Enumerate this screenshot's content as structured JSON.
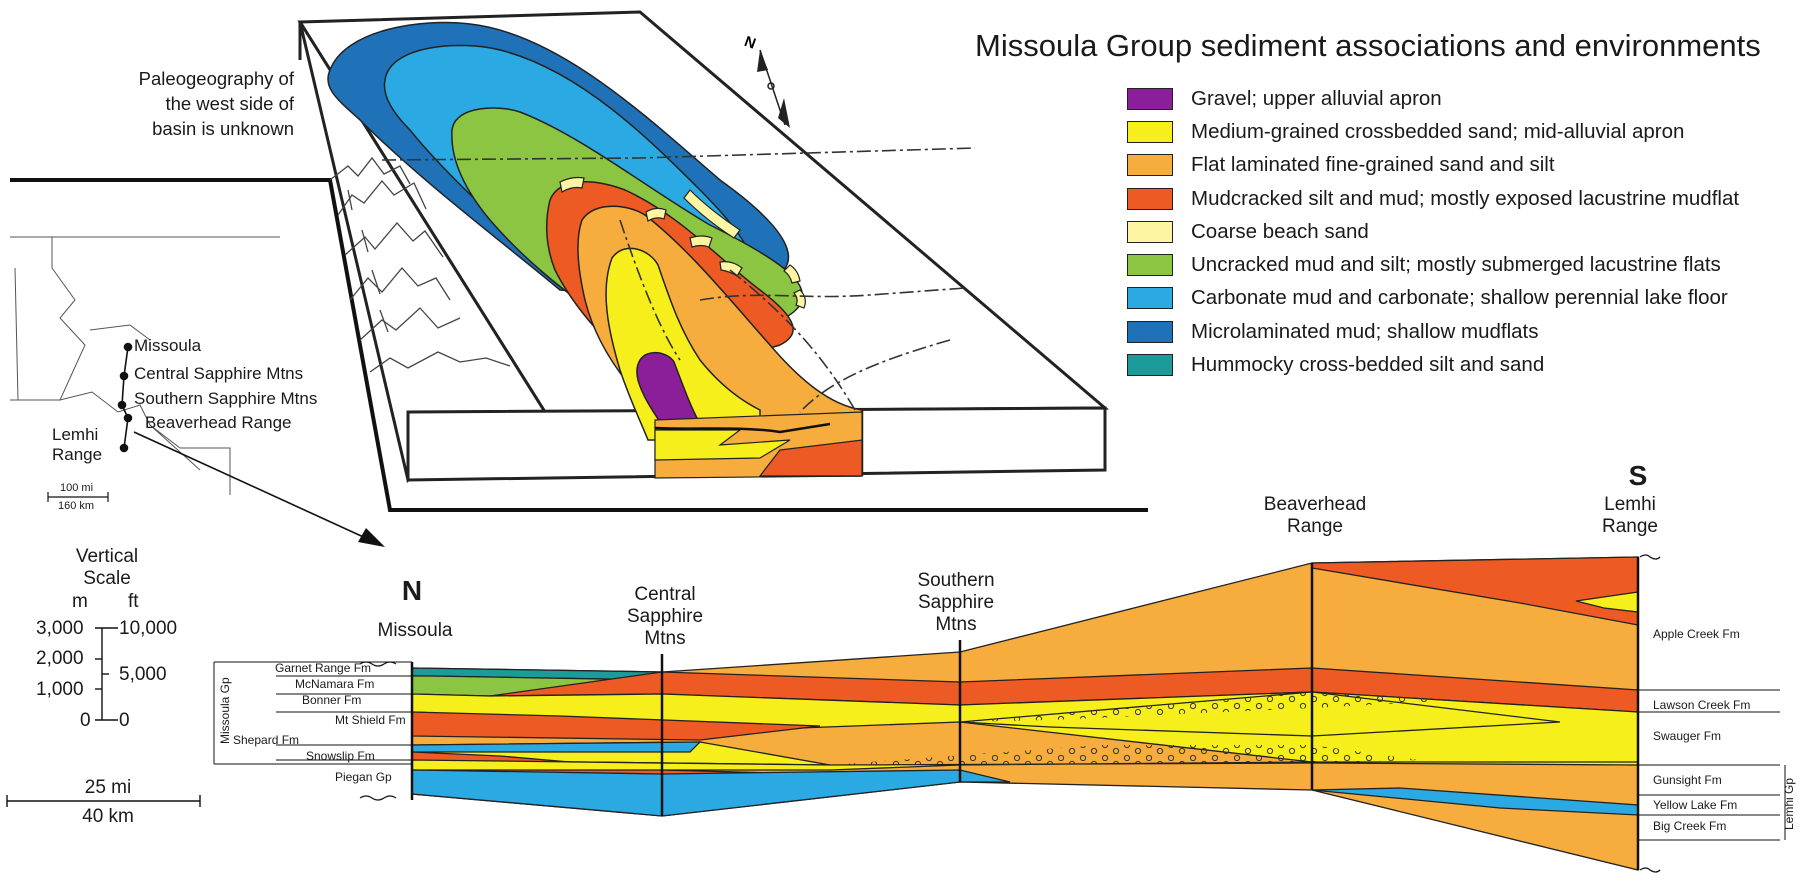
{
  "legend": {
    "title": "Missoula Group sediment associations and environments",
    "items": [
      {
        "label": "Gravel; upper alluvial apron",
        "color": "#8b1f9a"
      },
      {
        "label": "Medium-grained crossbedded sand; mid-alluvial apron",
        "color": "#f7ef1c"
      },
      {
        "label": "Flat laminated fine-grained sand and silt",
        "color": "#f7ac3e"
      },
      {
        "label": "Mudcracked silt and mud; mostly exposed lacustrine mudflat",
        "color": "#ee5a24"
      },
      {
        "label": "Coarse beach sand",
        "color": "#fdf5a3"
      },
      {
        "label": "Uncracked mud and silt; mostly submerged lacustrine flats",
        "color": "#8cc541"
      },
      {
        "label": "Carbonate mud and carbonate; shallow perennial lake floor",
        "color": "#2aa9e3"
      },
      {
        "label": "Microlaminated mud; shallow mudflats",
        "color": "#1f71b8"
      },
      {
        "label": "Hummocky cross-bedded silt and sand",
        "color": "#1b9c9a"
      }
    ]
  },
  "block": {
    "note": [
      "Paleogeography of",
      "the west side of",
      "basin is unknown"
    ],
    "north_letter": "N"
  },
  "map": {
    "locations": [
      "Missoula",
      "Central Sapphire Mtns",
      "Southern Sapphire Mtns",
      "Beaverhead Range",
      "Lemhi",
      "Range"
    ],
    "scale_mi": "100 mi",
    "scale_km": "160 km"
  },
  "vertical_scale": {
    "title": [
      "Vertical",
      "Scale"
    ],
    "unit_m": "m",
    "unit_ft": "ft",
    "m_ticks": [
      "3,000",
      "2,000",
      "1,000",
      "0"
    ],
    "ft_ticks": [
      "10,000",
      "5,000",
      "0"
    ]
  },
  "horizontal_scale": {
    "mi": "25 mi",
    "km": "40 km"
  },
  "section": {
    "north_letter": "N",
    "south_letter": "S",
    "stations": [
      [
        "Missoula"
      ],
      [
        "Central",
        "Sapphire",
        "Mtns"
      ],
      [
        "Southern",
        "Sapphire",
        "Mtns"
      ],
      [
        "Beaverhead",
        "Range"
      ],
      [
        "Lemhi",
        "Range"
      ]
    ],
    "left_formations": [
      "Garnet Range Fm",
      "McNamara Fm",
      "Bonner Fm",
      "Mt Shield Fm",
      "Shepard Fm",
      "Snowslip Fm",
      "Piegan Gp"
    ],
    "left_group": "Missoula Gp",
    "right_formations": [
      "Apple Creek Fm",
      "Lawson Creek Fm",
      "Swauger Fm",
      "Gunsight Fm",
      "Yellow Lake Fm",
      "Big Creek Fm"
    ],
    "right_group": "Lemhi Gp"
  }
}
